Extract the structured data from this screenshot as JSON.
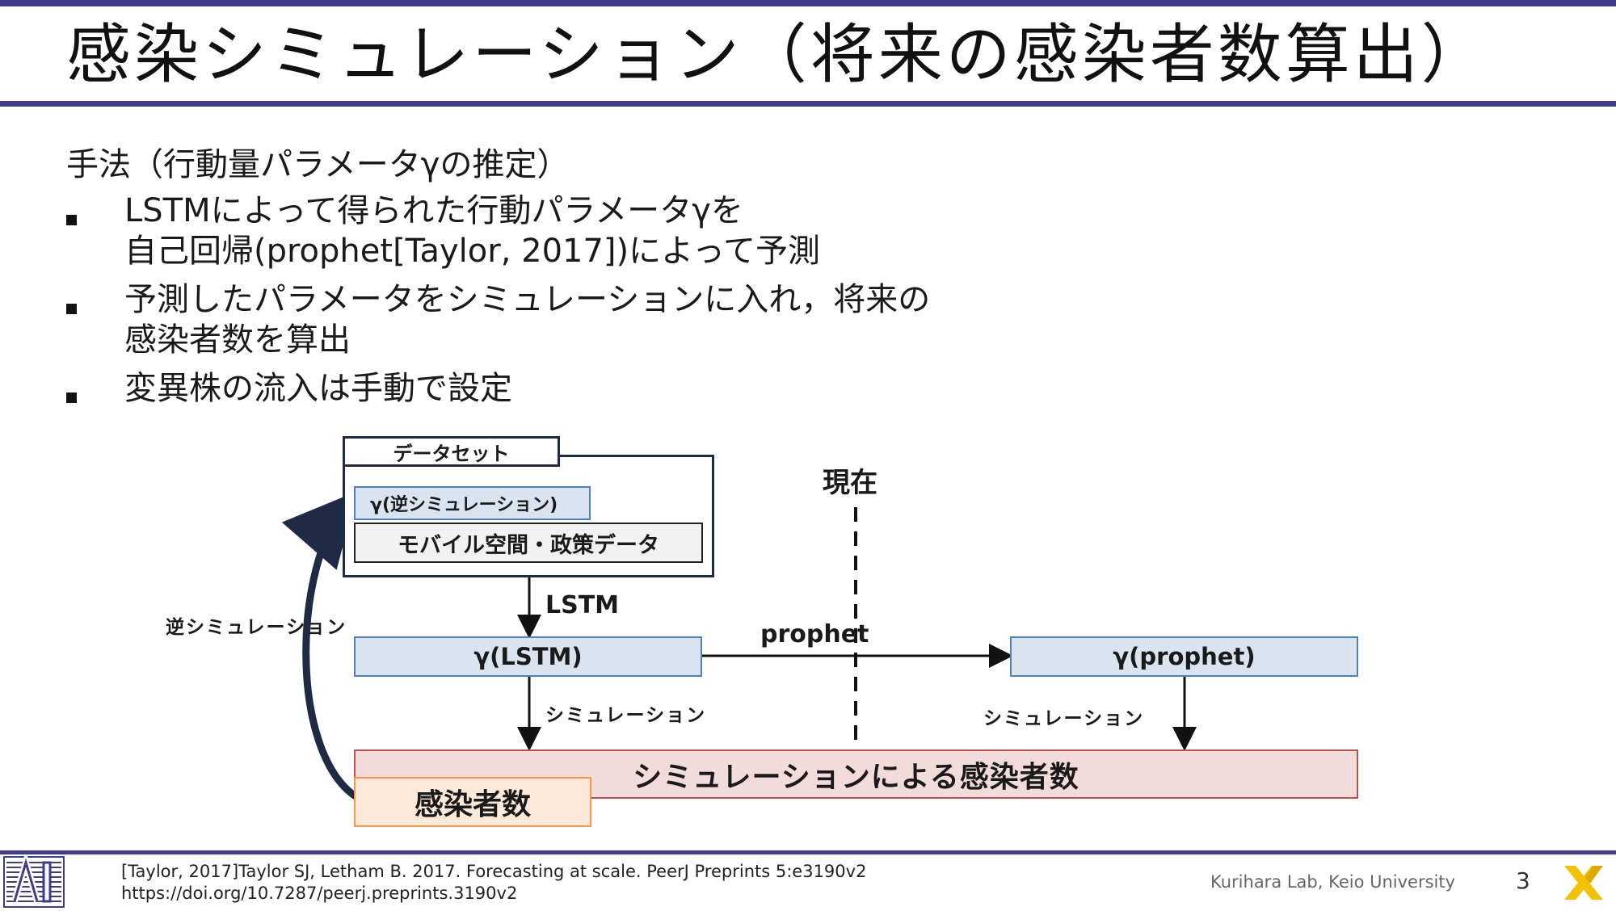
{
  "title": "感染シミュレーション（将来の感染者数算出）",
  "method_heading": "手法（行動量パラメータγの推定）",
  "bullets": [
    {
      "line1": "LSTMによって得られた行動パラメータγを",
      "line2": "自己回帰(prophet[Taylor, 2017])によって予測"
    },
    {
      "line1": "予測したパラメータをシミュレーションに入れ，将来の",
      "line2": "感染者数を算出"
    },
    {
      "line1": "変異株の流入は手動で設定"
    }
  ],
  "diagram": {
    "dataset_label": "データセット",
    "gamma_inverse": "γ(逆シミュレーション)",
    "mobile_policy": "モバイル空間・政策データ",
    "lstm_label": "LSTM",
    "gamma_lstm": "γ(LSTM)",
    "prophet_label": "prophet",
    "gamma_prophet": "γ(prophet)",
    "now_label": "現在",
    "sim_label_left": "シミュレーション",
    "sim_label_right": "シミュレーション",
    "sim_result": "シミュレーションによる感染者数",
    "infected": "感染者数",
    "inverse_sim": "逆シミュレーション"
  },
  "footer": {
    "reference_line1": "[Taylor, 2017]Taylor SJ, Letham B. 2017. Forecasting at scale. PeerJ Preprints 5:e3190v2",
    "reference_line2": "https://doi.org/10.7287/peerj.preprints.3190v2",
    "lab": "Kurihara Lab, Keio University",
    "page_number": "3"
  },
  "colors": {
    "accent_bar": "#3d3d8a",
    "blue_box_fill": "#dae3f0",
    "blue_box_border": "#4f81bd",
    "red_box_fill": "#f2dcdb",
    "red_box_border": "#c0504d",
    "orange_box_fill": "#fde9d9",
    "orange_box_border": "#f79646"
  }
}
